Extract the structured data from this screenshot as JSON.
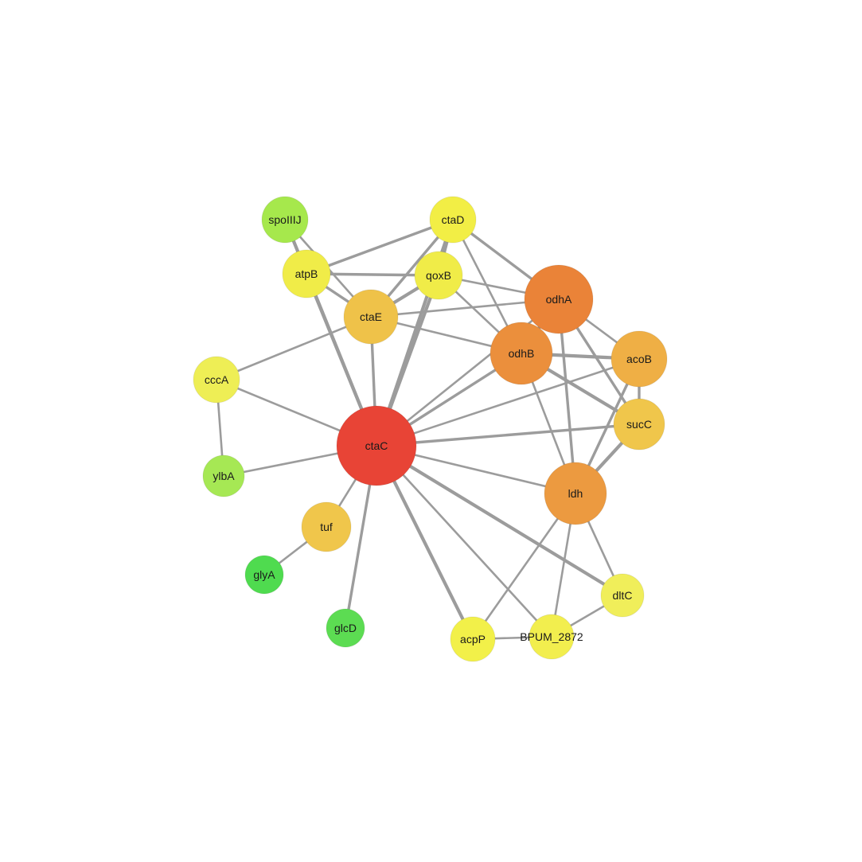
{
  "network": {
    "nodes": [
      {
        "id": "spoIIIJ",
        "label": "spoIIIJ",
        "color": "#a6e84c"
      },
      {
        "id": "ctaD",
        "label": "ctaD",
        "color": "#f2ee45"
      },
      {
        "id": "atpB",
        "label": "atpB",
        "color": "#f0ec48"
      },
      {
        "id": "qoxB",
        "label": "qoxB",
        "color": "#f0ec48"
      },
      {
        "id": "ctaE",
        "label": "ctaE",
        "color": "#efc249"
      },
      {
        "id": "odhA",
        "label": "odhA",
        "color": "#ea8338"
      },
      {
        "id": "odhB",
        "label": "odhB",
        "color": "#eb8f3c"
      },
      {
        "id": "acoB",
        "label": "acoB",
        "color": "#efaf45"
      },
      {
        "id": "cccA",
        "label": "cccA",
        "color": "#eeee55"
      },
      {
        "id": "ctaC",
        "label": "ctaC",
        "color": "#e84436"
      },
      {
        "id": "sucC",
        "label": "sucC",
        "color": "#f0c64b"
      },
      {
        "id": "ylbA",
        "label": "ylbA",
        "color": "#a6e854"
      },
      {
        "id": "ldh",
        "label": "ldh",
        "color": "#ec9a40"
      },
      {
        "id": "tuf",
        "label": "tuf",
        "color": "#f0c64b"
      },
      {
        "id": "glyA",
        "label": "glyA",
        "color": "#4fdb4f"
      },
      {
        "id": "dltC",
        "label": "dltC",
        "color": "#f0ee5a"
      },
      {
        "id": "glcD",
        "label": "glcD",
        "color": "#5cdc52"
      },
      {
        "id": "acpP",
        "label": "acpP",
        "color": "#f2f049"
      },
      {
        "id": "BPUM_2872",
        "label": "BPUM_2872",
        "color": "#f2ee4e"
      }
    ],
    "edges": [
      {
        "source": "spoIIIJ",
        "target": "atpB",
        "weight": 3
      },
      {
        "source": "spoIIIJ",
        "target": "ctaE",
        "weight": 2
      },
      {
        "source": "spoIIIJ",
        "target": "ctaC",
        "weight": 4
      },
      {
        "source": "ctaD",
        "target": "atpB",
        "weight": 3
      },
      {
        "source": "ctaD",
        "target": "qoxB",
        "weight": 3
      },
      {
        "source": "ctaD",
        "target": "ctaE",
        "weight": 3
      },
      {
        "source": "ctaD",
        "target": "ctaC",
        "weight": 4
      },
      {
        "source": "ctaD",
        "target": "odhA",
        "weight": 3
      },
      {
        "source": "ctaD",
        "target": "odhB",
        "weight": 2
      },
      {
        "source": "atpB",
        "target": "qoxB",
        "weight": 3
      },
      {
        "source": "atpB",
        "target": "ctaE",
        "weight": 3
      },
      {
        "source": "atpB",
        "target": "ctaC",
        "weight": 4
      },
      {
        "source": "qoxB",
        "target": "ctaE",
        "weight": 4
      },
      {
        "source": "qoxB",
        "target": "ctaC",
        "weight": 4
      },
      {
        "source": "qoxB",
        "target": "odhA",
        "weight": 2
      },
      {
        "source": "qoxB",
        "target": "odhB",
        "weight": 2
      },
      {
        "source": "ctaE",
        "target": "ctaC",
        "weight": 3
      },
      {
        "source": "ctaE",
        "target": "cccA",
        "weight": 2
      },
      {
        "source": "ctaE",
        "target": "odhA",
        "weight": 2
      },
      {
        "source": "ctaE",
        "target": "odhB",
        "weight": 2
      },
      {
        "source": "odhA",
        "target": "odhB",
        "weight": 4
      },
      {
        "source": "odhA",
        "target": "acoB",
        "weight": 2
      },
      {
        "source": "odhA",
        "target": "sucC",
        "weight": 3
      },
      {
        "source": "odhA",
        "target": "ldh",
        "weight": 3
      },
      {
        "source": "odhA",
        "target": "ctaC",
        "weight": 2
      },
      {
        "source": "odhB",
        "target": "acoB",
        "weight": 4
      },
      {
        "source": "odhB",
        "target": "sucC",
        "weight": 4
      },
      {
        "source": "odhB",
        "target": "ldh",
        "weight": 2
      },
      {
        "source": "odhB",
        "target": "ctaC",
        "weight": 3
      },
      {
        "source": "acoB",
        "target": "sucC",
        "weight": 3
      },
      {
        "source": "acoB",
        "target": "ldh",
        "weight": 3
      },
      {
        "source": "acoB",
        "target": "ctaC",
        "weight": 2
      },
      {
        "source": "sucC",
        "target": "ldh",
        "weight": 4
      },
      {
        "source": "sucC",
        "target": "ctaC",
        "weight": 3
      },
      {
        "source": "cccA",
        "target": "ctaC",
        "weight": 2
      },
      {
        "source": "cccA",
        "target": "ylbA",
        "weight": 2
      },
      {
        "source": "ylbA",
        "target": "ctaC",
        "weight": 2
      },
      {
        "source": "ldh",
        "target": "ctaC",
        "weight": 2
      },
      {
        "source": "ldh",
        "target": "acpP",
        "weight": 2
      },
      {
        "source": "ldh",
        "target": "BPUM_2872",
        "weight": 2
      },
      {
        "source": "ldh",
        "target": "dltC",
        "weight": 2
      },
      {
        "source": "tuf",
        "target": "ctaC",
        "weight": 2
      },
      {
        "source": "tuf",
        "target": "glyA",
        "weight": 2
      },
      {
        "source": "glcD",
        "target": "ctaC",
        "weight": 3
      },
      {
        "source": "acpP",
        "target": "ctaC",
        "weight": 4
      },
      {
        "source": "BPUM_2872",
        "target": "ctaC",
        "weight": 2
      },
      {
        "source": "dltC",
        "target": "ctaC",
        "weight": 4
      },
      {
        "source": "acpP",
        "target": "BPUM_2872",
        "weight": 2
      },
      {
        "source": "BPUM_2872",
        "target": "dltC",
        "weight": 2
      }
    ]
  }
}
